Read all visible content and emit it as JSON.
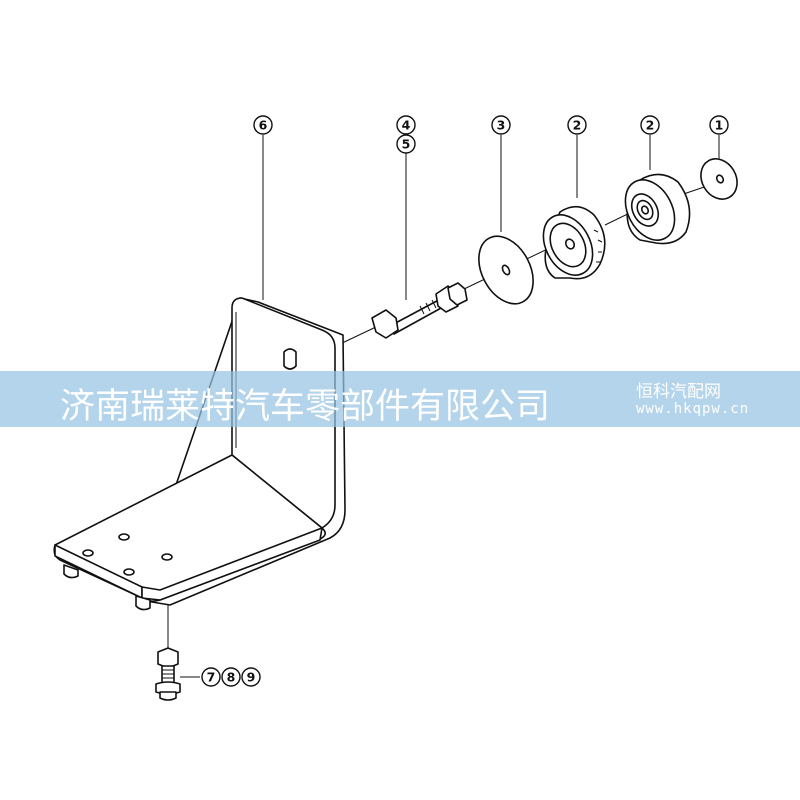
{
  "callouts": {
    "c1": "1",
    "c2a": "2",
    "c2b": "2",
    "c3": "3",
    "c4": "4",
    "c5": "5",
    "c6": "6",
    "c7": "7",
    "c8": "8",
    "c9": "9"
  },
  "watermark": {
    "company": "济南瑞莱特汽车零部件有限公司",
    "site_name": "恒科汽配网",
    "site_url": "www.hkqpw.cn"
  },
  "colors": {
    "banner": "#96c4e2",
    "line": "#111111"
  }
}
